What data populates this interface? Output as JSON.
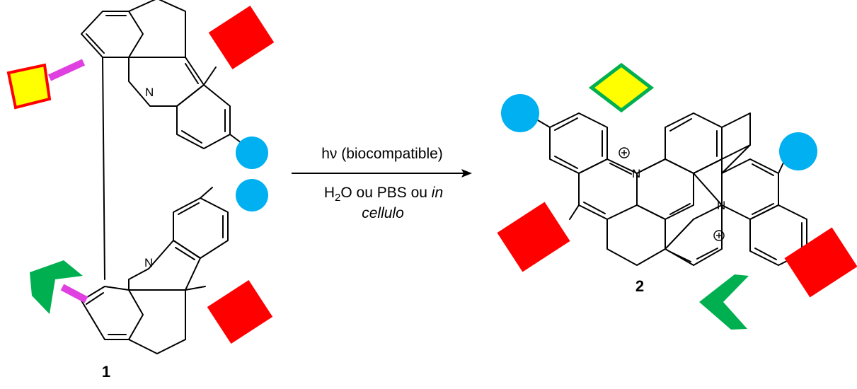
{
  "reaction": {
    "condition_above": "hν (biocompatible)",
    "condition_below_prefix": "H",
    "condition_below_sub": "2",
    "condition_below_mid": "O ou PBS ou ",
    "condition_below_italic": "in",
    "condition_below_line2": "cellulo"
  },
  "compounds": {
    "reactant_label": "1",
    "product_label": "2"
  },
  "atoms": {
    "nitrogen": "N"
  },
  "colors": {
    "red": "#ff0000",
    "blue": "#00b0f0",
    "yellow": "#ffff00",
    "green": "#00b050",
    "magenta": "#e040e0",
    "bond": "#000000"
  },
  "icons": [
    "arrow-icon",
    "charge-plus-icon"
  ]
}
